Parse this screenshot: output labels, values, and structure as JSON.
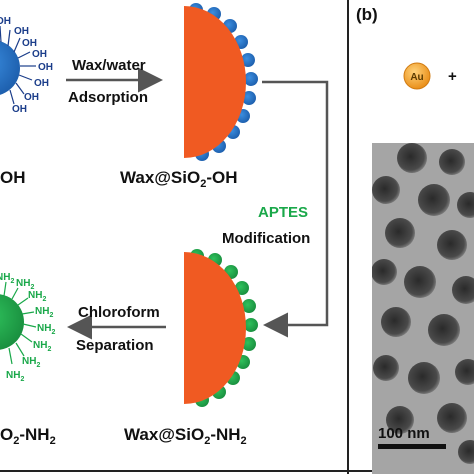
{
  "colors": {
    "wax": "#f05a22",
    "silica_oh": "#1f6cc2",
    "silica_nh2": "#1fa04a",
    "oh_text": "#1b3d8a",
    "nh2_text": "#1aa84a",
    "label_green": "#1aa84a",
    "border": "#222222"
  },
  "panel_a": {
    "oh_group": "OH",
    "nh2_group_main": "NH",
    "nh2_group_sub": "2",
    "step1_top": "Wax/water",
    "step1_bottom": "Adsorption",
    "product1_prefix": "Wax@SiO",
    "product1_sub": "2",
    "product1_suffix": "-OH",
    "left_partial_top": "OH",
    "step2_reagent": "APTES",
    "step2_action": "Modification",
    "product2_prefix": "Wax@SiO",
    "product2_sub": "2",
    "product2_suffix": "-NH",
    "product2_sub2": "2",
    "step3_top": "Chloroform",
    "step3_bottom": "Separation",
    "left_partial_bottom_main": "O",
    "left_partial_bottom_sub": "2",
    "left_partial_bottom_suffix": "-NH",
    "left_partial_bottom_sub2": "2"
  },
  "panel_b": {
    "label": "(b)",
    "au_label": "Au",
    "plus": "+",
    "scale_bar": "100 nm"
  }
}
